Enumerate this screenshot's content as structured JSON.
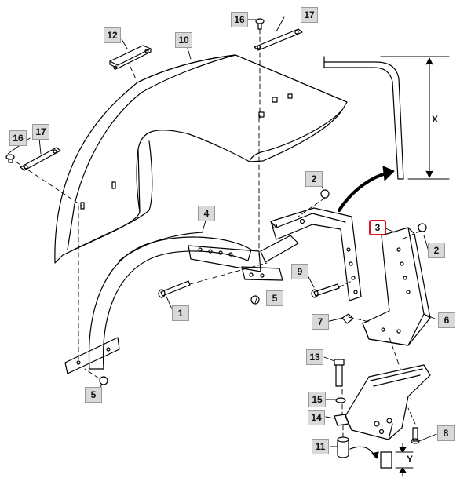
{
  "callouts": {
    "c16a": "16",
    "c17a": "17",
    "c12": "12",
    "c10": "10",
    "c16b": "16",
    "c17b": "17",
    "c2a": "2",
    "c3": "3",
    "c2b": "2",
    "c4": "4",
    "c9": "9",
    "c5a": "5",
    "c1": "1",
    "c7": "7",
    "c6": "6",
    "c13": "13",
    "c5b": "5",
    "c15": "15",
    "c14": "14",
    "c8": "8",
    "c11": "11"
  },
  "dimensions": {
    "x_label": "X",
    "y_label": "Y"
  },
  "highlight_color": "#e0101c"
}
